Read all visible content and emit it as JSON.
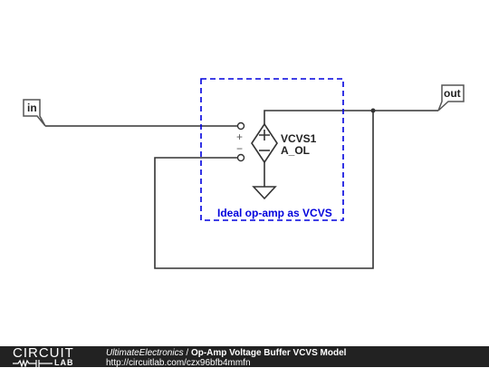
{
  "labels": {
    "input_flag": "in",
    "output_flag": "out",
    "component_name": "VCVS1",
    "component_gain": "A_OL",
    "plus_sign": "+",
    "minus_sign": "−",
    "box_caption": "Ideal op-amp as VCVS"
  },
  "icons": {
    "source": "diamond-dependent-voltage-source-icon",
    "ground": "ground-icon"
  },
  "colors": {
    "wire": "#333333",
    "annotation": "#0000dd",
    "footer_bg": "#222222"
  },
  "footer": {
    "logo_top": "CIRCUIT",
    "logo_bottom": "LAB",
    "author": "UltimateElectronics",
    "separator": " / ",
    "title": "Op-Amp Voltage Buffer VCVS Model",
    "url": "http://circuitlab.com/czx96bfb4mmfn"
  }
}
